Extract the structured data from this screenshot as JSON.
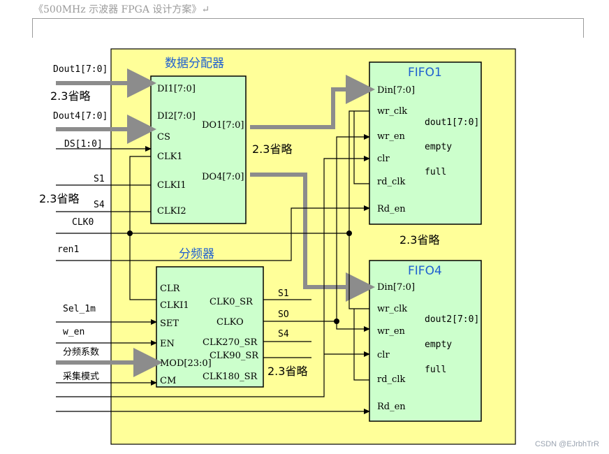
{
  "header": {
    "title": "《500MHz 示波器 FPGA 设计方案》↵"
  },
  "watermark": "CSDN @EJrbhTrR",
  "colors": {
    "panel_bg": "#ffff99",
    "block_fill": "#ccffcc",
    "bus_arrow": "#8c8c8c",
    "title_blue": "#1e5fd0"
  },
  "distributor": {
    "title": "数据分配器",
    "inputs": [
      "DI1[7:0]",
      "DI2[7:0]",
      "CS",
      "CLK1",
      "CLKI1",
      "CLKI2"
    ],
    "outputs": [
      "DO1[7:0]",
      "DO4[7:0]"
    ]
  },
  "divider": {
    "title": "分频器",
    "inputs": [
      "CLR",
      "CLKI1",
      "SET",
      "EN",
      "MOD[23:0]",
      "CM"
    ],
    "outputs": [
      "CLK0_SR",
      "CLKO",
      "CLK270_SR",
      "CLK90_SR",
      "CLK180_SR"
    ]
  },
  "fifo1": {
    "title": "FIFO1",
    "inputs": [
      "Din[7:0]",
      "wr_clk",
      "wr_en",
      "clr",
      "rd_clk",
      "Rd_en"
    ],
    "outputs": [
      "dout1[7:0]",
      "empty",
      "full"
    ]
  },
  "fifo4": {
    "title": "FIFO4",
    "inputs": [
      "Din[7:0]",
      "wr_clk",
      "wr_en",
      "clr",
      "rd_clk",
      "Rd_en"
    ],
    "outputs": [
      "dout2[7:0]",
      "empty",
      "full"
    ]
  },
  "external_signals": {
    "dout1": "Dout1[7:0]",
    "dout4": "Dout4[7:0]",
    "ds": "DS[1:0]",
    "s1": "S1",
    "s4": "S4",
    "clk0": "CLK0",
    "ren1": "ren1",
    "sel_1m": "Sel_1m",
    "w_en": "w_en",
    "div_factor": "分频系数",
    "acq_mode": "采集模式"
  },
  "divider_output_nets": [
    "S1",
    "SO",
    "S4"
  ],
  "omitted_label": "2.3省略"
}
